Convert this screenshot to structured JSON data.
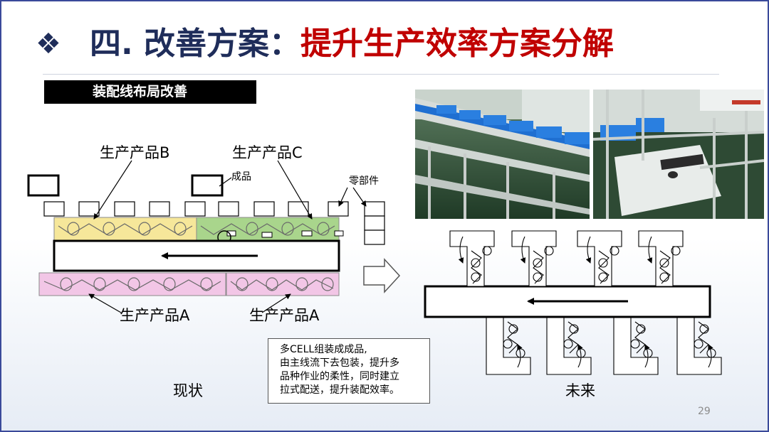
{
  "title": {
    "bullet": "❖",
    "main": "四. 改善方案：",
    "sub": "提升生产效率方案分解"
  },
  "section_label": "装配线布局改善",
  "current": {
    "label_product_b": "生产产品B",
    "label_product_c": "生产产品C",
    "label_finished": "成品",
    "label_parts": "零部件",
    "label_product_a_left": "生产产品A",
    "label_product_a_right": "生产产品A",
    "caption": "现状"
  },
  "future": {
    "caption": "未来"
  },
  "note": {
    "lines": [
      "多CELL组装成成品,",
      "由主线流下去包装，提升多",
      "品种作业的柔性，同时建立",
      "拉式配送，提升装配效率。"
    ]
  },
  "page_number": "29",
  "colors": {
    "title_main": "#1f2d5a",
    "title_accent": "#c00000",
    "cell_b": "#f6e79a",
    "cell_c": "#a9d58c",
    "cell_a": "#f2c6e6",
    "frame": "#3a4a9a"
  }
}
